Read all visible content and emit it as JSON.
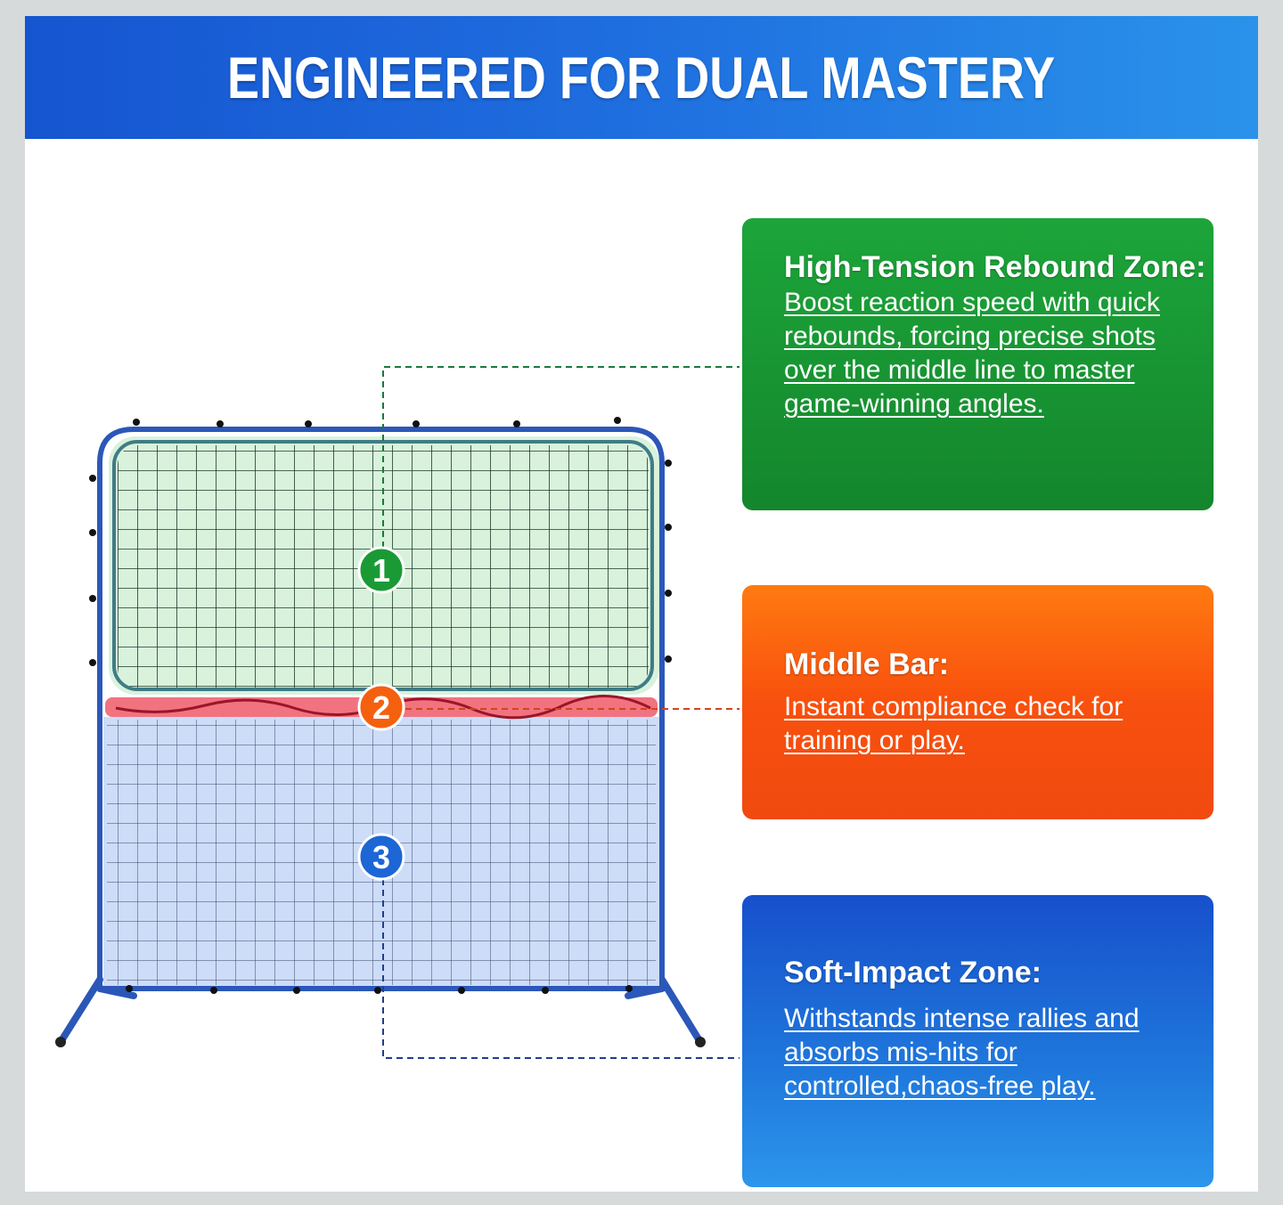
{
  "header": {
    "title": "ENGINEERED FOR DUAL MASTERY"
  },
  "zones": [
    {
      "number": "1",
      "title": "High-Tension Rebound Zone:",
      "description": "Boost reaction speed with quick rebounds, forcing precise shots over the middle line to master game-winning angles.",
      "color": "#1a9a35"
    },
    {
      "number": "2",
      "title": "Middle Bar:",
      "description": "Instant compliance check for training or play.",
      "color": "#f5600f"
    },
    {
      "number": "3",
      "title": "Soft-Impact Zone:",
      "description": "Withstands intense rallies and absorbs mis-hits for controlled,chaos-free play.",
      "color": "#1c66d6"
    }
  ]
}
